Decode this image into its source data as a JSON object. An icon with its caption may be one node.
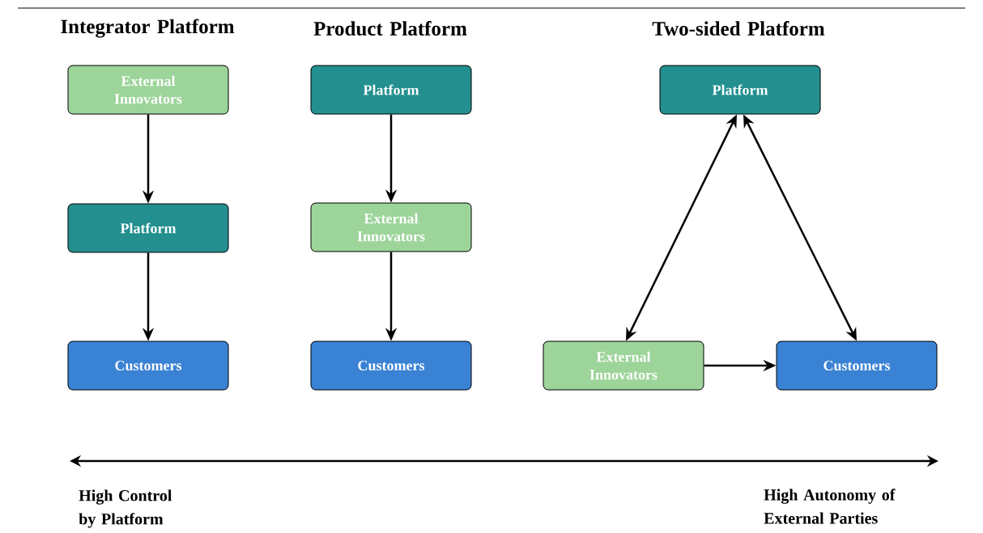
{
  "diagram": {
    "nodes": [
      {
        "text": [
          "External Innovators"
        ]
      },
      {
        "text": [
          "Platform"
        ]
      },
      {
        "text": [
          "Customers"
        ]
      },
      {
        "text": [
          "Platform"
        ]
      },
      {
        "text": [
          "External Innovators"
        ]
      },
      {
        "text": [
          "Customers"
        ]
      },
      {
        "text": [
          "Platform"
        ]
      },
      {
        "text": [
          "External Innovators"
        ]
      },
      {
        "text": [
          "Customers"
        ]
      }
    ],
    "edges": [
      {
        "from": 0,
        "to": 1,
        "arrow": "to"
      },
      {
        "from": 1,
        "to": 2,
        "arrow": "to"
      },
      {
        "from": 3,
        "to": 4,
        "arrow": "to"
      },
      {
        "from": 4,
        "to": 5,
        "arrow": "to"
      },
      {
        "from": 6,
        "to": 7,
        "arrow": "both"
      },
      {
        "from": 6,
        "to": 8,
        "arrow": "both"
      },
      {
        "from": 7,
        "to": 8,
        "arrow": "to"
      }
    ],
    "labels": [
      "Integrator Platform",
      "Product Platform",
      "Two-sided Platform",
      "High Control by Platform",
      "High Autonomy of External Parties"
    ]
  }
}
